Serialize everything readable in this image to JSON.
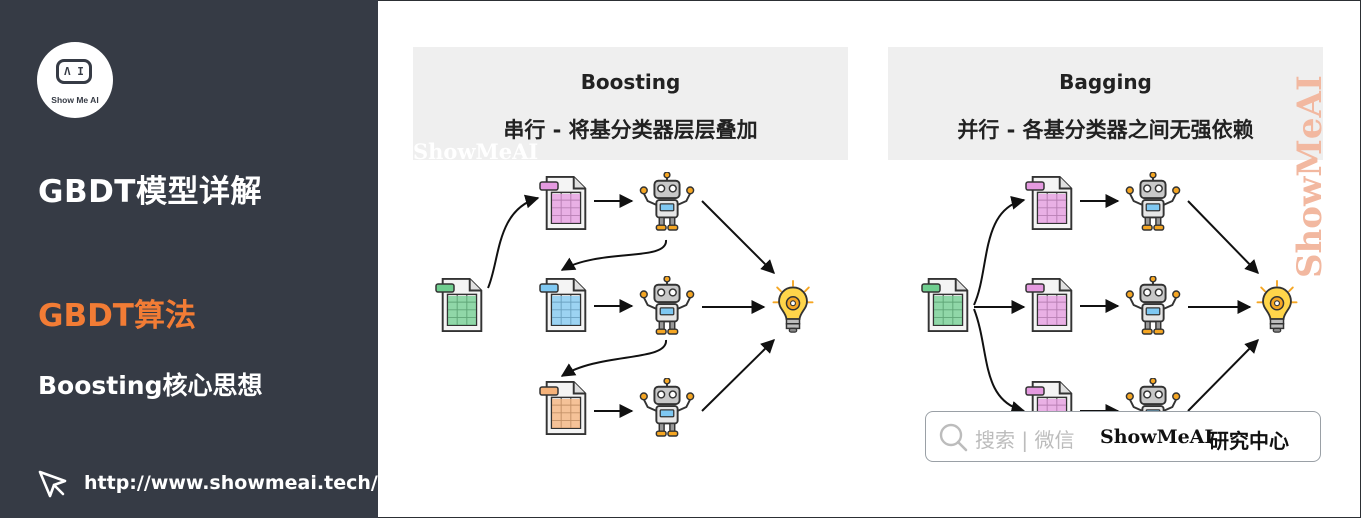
{
  "sidebar": {
    "logo_face": "Λ I",
    "logo_text": "Show Me AI",
    "title": "GBDT模型详解",
    "section": "GBDT算法",
    "subsection": "Boosting核心思想",
    "url": "http://www.showmeai.tech/",
    "accent_color": "#f27c35",
    "bg_color": "#363b45"
  },
  "boosting": {
    "title": "Boosting",
    "subtitle": "串行 - 将基分类器层层叠加"
  },
  "bagging": {
    "title": "Bagging",
    "subtitle": "并行 - 各基分类器之间无强依赖"
  },
  "watermark": {
    "inline": "ShowMeAI",
    "vertical": "ShowMeAI"
  },
  "search_box": {
    "hint": "搜索 | 微信",
    "brand": "ShowMeAI",
    "tail": "研究中心"
  },
  "icons": {
    "data_file": "spreadsheet-document-icon",
    "model": "robot-icon",
    "result": "lightbulb-gear-icon",
    "search": "search-icon",
    "cursor": "cursor-icon"
  }
}
